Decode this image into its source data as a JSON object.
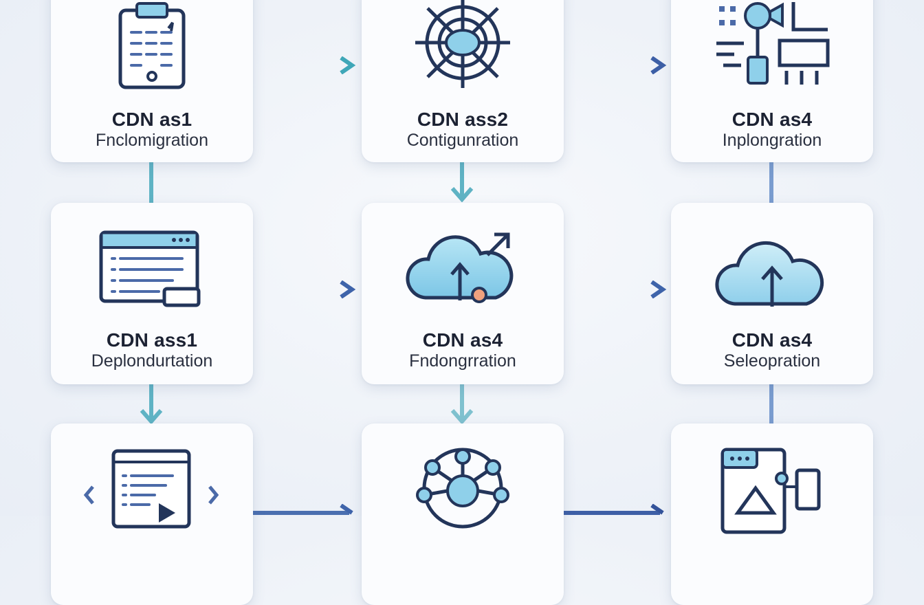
{
  "colors": {
    "teal": "#5fb3c4",
    "blue": "#4a6fb0",
    "icon_stroke": "#23355a",
    "icon_fill": "#8fd0ea",
    "accent_orange": "#f0a17e"
  },
  "nodes": [
    {
      "id": "r1c1",
      "icon": "clipboard-calendar-icon",
      "title": "CDN as1",
      "subtitle": "Fnclomigration"
    },
    {
      "id": "r1c2",
      "icon": "network-web-icon",
      "title": "CDN ass2",
      "subtitle": "Contigunration"
    },
    {
      "id": "r1c3",
      "icon": "circuit-board-icon",
      "title": "CDN as4",
      "subtitle": "Inplongration"
    },
    {
      "id": "r2c1",
      "icon": "browser-window-icon",
      "title": "CDN ass1",
      "subtitle": "Deplondurtation"
    },
    {
      "id": "r2c2",
      "icon": "cloud-upload-arrow-icon",
      "title": "CDN as4",
      "subtitle": "Fndongrration"
    },
    {
      "id": "r2c3",
      "icon": "cloud-upload-icon",
      "title": "CDN as4",
      "subtitle": "Seleopration"
    },
    {
      "id": "r3c1",
      "icon": "code-window-icon",
      "title": "",
      "subtitle": ""
    },
    {
      "id": "r3c2",
      "icon": "network-hub-icon",
      "title": "",
      "subtitle": ""
    },
    {
      "id": "r3c3",
      "icon": "device-shapes-icon",
      "title": "",
      "subtitle": ""
    }
  ],
  "edges": [
    {
      "from": "r1c1",
      "to": "r1c2",
      "style": "arrow"
    },
    {
      "from": "r1c2",
      "to": "r1c3",
      "style": "arrow"
    },
    {
      "from": "r2c1",
      "to": "r2c2",
      "style": "arrow"
    },
    {
      "from": "r2c2",
      "to": "r2c3",
      "style": "arrow"
    },
    {
      "from": "r3c1",
      "to": "r3c2",
      "style": "arrow"
    },
    {
      "from": "r3c2",
      "to": "r3c3",
      "style": "arrow"
    },
    {
      "from": "r1c1",
      "to": "r2c1",
      "style": "line"
    },
    {
      "from": "r1c2",
      "to": "r2c2",
      "style": "arrow"
    },
    {
      "from": "r1c3",
      "to": "r2c3",
      "style": "line"
    },
    {
      "from": "r2c1",
      "to": "r3c1",
      "style": "arrow"
    },
    {
      "from": "r2c2",
      "to": "r3c2",
      "style": "arrow"
    },
    {
      "from": "r2c3",
      "to": "r3c3",
      "style": "line"
    }
  ]
}
